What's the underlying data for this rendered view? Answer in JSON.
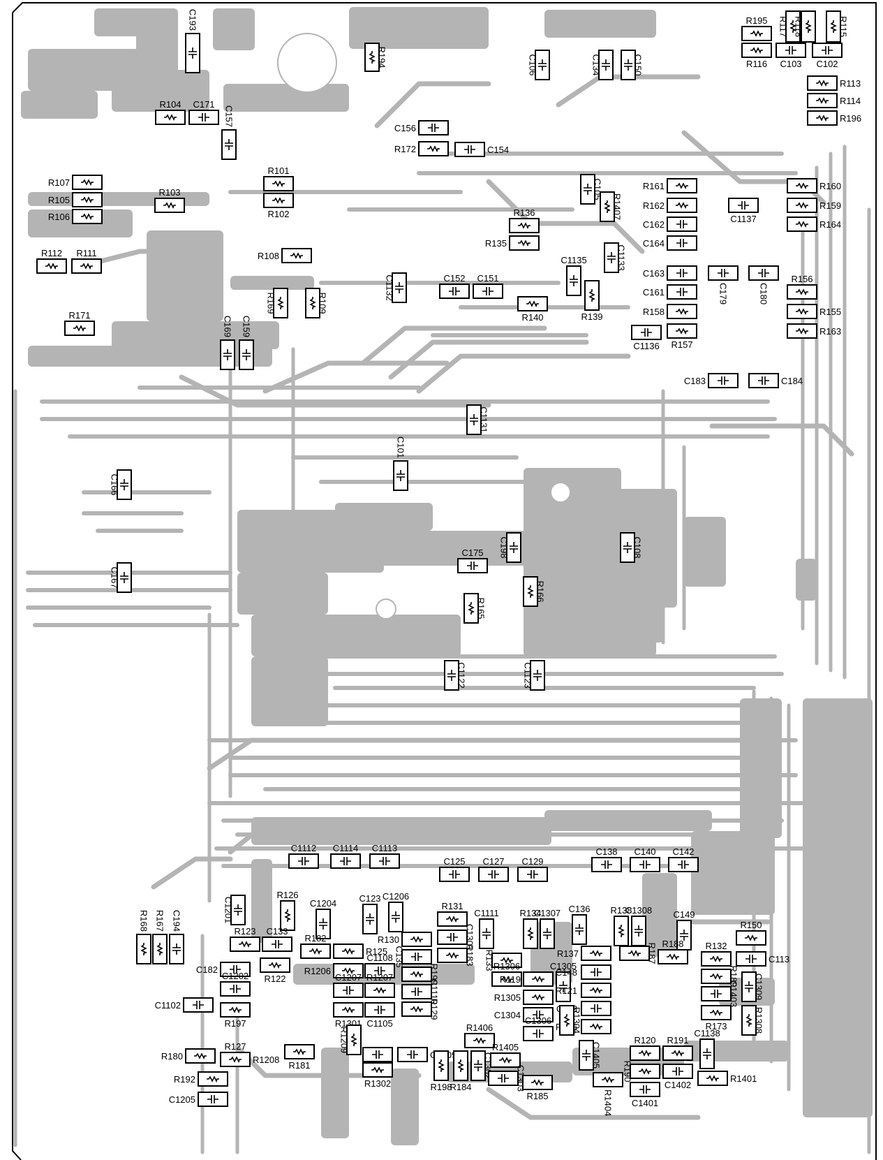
{
  "board": {
    "copper_color": "#b4b4b4",
    "outline_color": "#000000"
  },
  "components": [
    {
      "ref": "C193",
      "kind": "cap"
    },
    {
      "ref": "R194",
      "kind": "res"
    },
    {
      "ref": "C106",
      "kind": "cap"
    },
    {
      "ref": "C134",
      "kind": "cap"
    },
    {
      "ref": "C150",
      "kind": "cap"
    },
    {
      "ref": "R195",
      "kind": "res"
    },
    {
      "ref": "R117",
      "kind": "res"
    },
    {
      "ref": "R118",
      "kind": "res"
    },
    {
      "ref": "R115",
      "kind": "res"
    },
    {
      "ref": "R116",
      "kind": "res"
    },
    {
      "ref": "C103",
      "kind": "cap"
    },
    {
      "ref": "C102",
      "kind": "cap"
    },
    {
      "ref": "R113",
      "kind": "res"
    },
    {
      "ref": "R114",
      "kind": "res"
    },
    {
      "ref": "R196",
      "kind": "res"
    },
    {
      "ref": "R104",
      "kind": "res"
    },
    {
      "ref": "C171",
      "kind": "cap"
    },
    {
      "ref": "C157",
      "kind": "cap"
    },
    {
      "ref": "C156",
      "kind": "cap"
    },
    {
      "ref": "R172",
      "kind": "res"
    },
    {
      "ref": "C154",
      "kind": "cap"
    },
    {
      "ref": "R107",
      "kind": "res"
    },
    {
      "ref": "R105",
      "kind": "res"
    },
    {
      "ref": "R106",
      "kind": "res"
    },
    {
      "ref": "R101",
      "kind": "res"
    },
    {
      "ref": "R102",
      "kind": "res"
    },
    {
      "ref": "R103",
      "kind": "res"
    },
    {
      "ref": "C105",
      "kind": "cap"
    },
    {
      "ref": "R1407",
      "kind": "res"
    },
    {
      "ref": "R161",
      "kind": "res"
    },
    {
      "ref": "R162",
      "kind": "res"
    },
    {
      "ref": "C162",
      "kind": "cap"
    },
    {
      "ref": "C164",
      "kind": "cap"
    },
    {
      "ref": "C1137",
      "kind": "cap"
    },
    {
      "ref": "R160",
      "kind": "res"
    },
    {
      "ref": "R159",
      "kind": "res"
    },
    {
      "ref": "R164",
      "kind": "res"
    },
    {
      "ref": "R136",
      "kind": "res"
    },
    {
      "ref": "R135",
      "kind": "res"
    },
    {
      "ref": "R112",
      "kind": "res"
    },
    {
      "ref": "R111",
      "kind": "res"
    },
    {
      "ref": "R108",
      "kind": "res"
    },
    {
      "ref": "C1133",
      "kind": "cap"
    },
    {
      "ref": "C1135",
      "kind": "cap"
    },
    {
      "ref": "C1132",
      "kind": "cap"
    },
    {
      "ref": "C152",
      "kind": "cap"
    },
    {
      "ref": "C151",
      "kind": "cap"
    },
    {
      "ref": "C163",
      "kind": "cap"
    },
    {
      "ref": "C179",
      "kind": "cap"
    },
    {
      "ref": "C180",
      "kind": "cap"
    },
    {
      "ref": "R156",
      "kind": "res"
    },
    {
      "ref": "R169",
      "kind": "res"
    },
    {
      "ref": "R109",
      "kind": "res"
    },
    {
      "ref": "R140",
      "kind": "res"
    },
    {
      "ref": "R139",
      "kind": "res"
    },
    {
      "ref": "C161",
      "kind": "cap"
    },
    {
      "ref": "R158",
      "kind": "res"
    },
    {
      "ref": "R155",
      "kind": "res"
    },
    {
      "ref": "R171",
      "kind": "res"
    },
    {
      "ref": "C1136",
      "kind": "cap"
    },
    {
      "ref": "R157",
      "kind": "res"
    },
    {
      "ref": "R163",
      "kind": "res"
    },
    {
      "ref": "C169",
      "kind": "cap"
    },
    {
      "ref": "C159",
      "kind": "cap"
    },
    {
      "ref": "C183",
      "kind": "cap"
    },
    {
      "ref": "C184",
      "kind": "cap"
    },
    {
      "ref": "C1131",
      "kind": "cap"
    },
    {
      "ref": "C101",
      "kind": "cap"
    },
    {
      "ref": "C166",
      "kind": "cap"
    },
    {
      "ref": "C198",
      "kind": "cap"
    },
    {
      "ref": "C108",
      "kind": "cap"
    },
    {
      "ref": "C175",
      "kind": "cap"
    },
    {
      "ref": "C167",
      "kind": "cap"
    },
    {
      "ref": "R166",
      "kind": "res"
    },
    {
      "ref": "R165",
      "kind": "res"
    },
    {
      "ref": "C1122",
      "kind": "cap"
    },
    {
      "ref": "C1123",
      "kind": "cap"
    },
    {
      "ref": "C1112",
      "kind": "cap"
    },
    {
      "ref": "C1114",
      "kind": "cap"
    },
    {
      "ref": "C1113",
      "kind": "cap"
    },
    {
      "ref": "C138",
      "kind": "cap"
    },
    {
      "ref": "C140",
      "kind": "cap"
    },
    {
      "ref": "C142",
      "kind": "cap"
    },
    {
      "ref": "C125",
      "kind": "cap"
    },
    {
      "ref": "C127",
      "kind": "cap"
    },
    {
      "ref": "C129",
      "kind": "cap"
    },
    {
      "ref": "C1201",
      "kind": "cap"
    },
    {
      "ref": "R126",
      "kind": "res"
    },
    {
      "ref": "C1204",
      "kind": "cap"
    },
    {
      "ref": "C123",
      "kind": "cap"
    },
    {
      "ref": "C1206",
      "kind": "cap"
    },
    {
      "ref": "R131",
      "kind": "res"
    },
    {
      "ref": "C1111",
      "kind": "cap"
    },
    {
      "ref": "R134",
      "kind": "res"
    },
    {
      "ref": "C1307",
      "kind": "cap"
    },
    {
      "ref": "C136",
      "kind": "cap"
    },
    {
      "ref": "R138",
      "kind": "res"
    },
    {
      "ref": "C1308",
      "kind": "cap"
    },
    {
      "ref": "C149",
      "kind": "cap"
    },
    {
      "ref": "R168",
      "kind": "res"
    },
    {
      "ref": "R167",
      "kind": "res"
    },
    {
      "ref": "C194",
      "kind": "cap"
    },
    {
      "ref": "R123",
      "kind": "res"
    },
    {
      "ref": "C133",
      "kind": "cap"
    },
    {
      "ref": "R182",
      "kind": "res"
    },
    {
      "ref": "R125",
      "kind": "res"
    },
    {
      "ref": "R130",
      "kind": "res"
    },
    {
      "ref": "C135",
      "kind": "cap"
    },
    {
      "ref": "C1301",
      "kind": "cap"
    },
    {
      "ref": "R183",
      "kind": "res"
    },
    {
      "ref": "R133",
      "kind": "res"
    },
    {
      "ref": "R137",
      "kind": "res"
    },
    {
      "ref": "R187",
      "kind": "res"
    },
    {
      "ref": "R188",
      "kind": "res"
    },
    {
      "ref": "R150",
      "kind": "res"
    },
    {
      "ref": "R132",
      "kind": "res"
    },
    {
      "ref": "C113",
      "kind": "cap"
    },
    {
      "ref": "C182",
      "kind": "cap"
    },
    {
      "ref": "R122",
      "kind": "res"
    },
    {
      "ref": "R1206",
      "kind": "res"
    },
    {
      "ref": "C1108",
      "kind": "cap"
    },
    {
      "ref": "R199",
      "kind": "res"
    },
    {
      "ref": "R1306",
      "kind": "res"
    },
    {
      "ref": "C1305",
      "kind": "cap"
    },
    {
      "ref": "C148",
      "kind": "cap"
    },
    {
      "ref": "R189",
      "kind": "res"
    },
    {
      "ref": "C1309",
      "kind": "cap"
    },
    {
      "ref": "C1202",
      "kind": "cap"
    },
    {
      "ref": "C1207",
      "kind": "cap"
    },
    {
      "ref": "R1207",
      "kind": "res"
    },
    {
      "ref": "C1110",
      "kind": "cap"
    },
    {
      "ref": "R119",
      "kind": "res"
    },
    {
      "ref": "R121",
      "kind": "res"
    },
    {
      "ref": "C1403",
      "kind": "cap"
    },
    {
      "ref": "C1102",
      "kind": "cap"
    },
    {
      "ref": "R1305",
      "kind": "res"
    },
    {
      "ref": "C112",
      "kind": "cap"
    },
    {
      "ref": "R1308",
      "kind": "res"
    },
    {
      "ref": "R129",
      "kind": "res"
    },
    {
      "ref": "C1304",
      "kind": "cap"
    },
    {
      "ref": "R197",
      "kind": "res"
    },
    {
      "ref": "R1301",
      "kind": "res"
    },
    {
      "ref": "C1105",
      "kind": "cap"
    },
    {
      "ref": "R173",
      "kind": "res"
    },
    {
      "ref": "R186",
      "kind": "res"
    },
    {
      "ref": "R1406",
      "kind": "res"
    },
    {
      "ref": "C1306",
      "kind": "cap"
    },
    {
      "ref": "C1138",
      "kind": "cap"
    },
    {
      "ref": "R1209",
      "kind": "res"
    },
    {
      "ref": "R1304",
      "kind": "res"
    },
    {
      "ref": "R127",
      "kind": "res"
    },
    {
      "ref": "R180",
      "kind": "res"
    },
    {
      "ref": "R1405",
      "kind": "res"
    },
    {
      "ref": "R120",
      "kind": "res"
    },
    {
      "ref": "R191",
      "kind": "res"
    },
    {
      "ref": "R1208",
      "kind": "res"
    },
    {
      "ref": "R181",
      "kind": "res"
    },
    {
      "ref": "C1208",
      "kind": "cap"
    },
    {
      "ref": "C1209",
      "kind": "cap"
    },
    {
      "ref": "C1405",
      "kind": "cap"
    },
    {
      "ref": "R190",
      "kind": "res"
    },
    {
      "ref": "R192",
      "kind": "res"
    },
    {
      "ref": "R1302",
      "kind": "res"
    },
    {
      "ref": "R198",
      "kind": "res"
    },
    {
      "ref": "R184",
      "kind": "res"
    },
    {
      "ref": "C1302",
      "kind": "cap"
    },
    {
      "ref": "C1303",
      "kind": "cap"
    },
    {
      "ref": "R185",
      "kind": "res"
    },
    {
      "ref": "R1404",
      "kind": "res"
    },
    {
      "ref": "C1402",
      "kind": "cap"
    },
    {
      "ref": "R1401",
      "kind": "res"
    },
    {
      "ref": "C1401",
      "kind": "cap"
    },
    {
      "ref": "C1205",
      "kind": "cap"
    }
  ]
}
